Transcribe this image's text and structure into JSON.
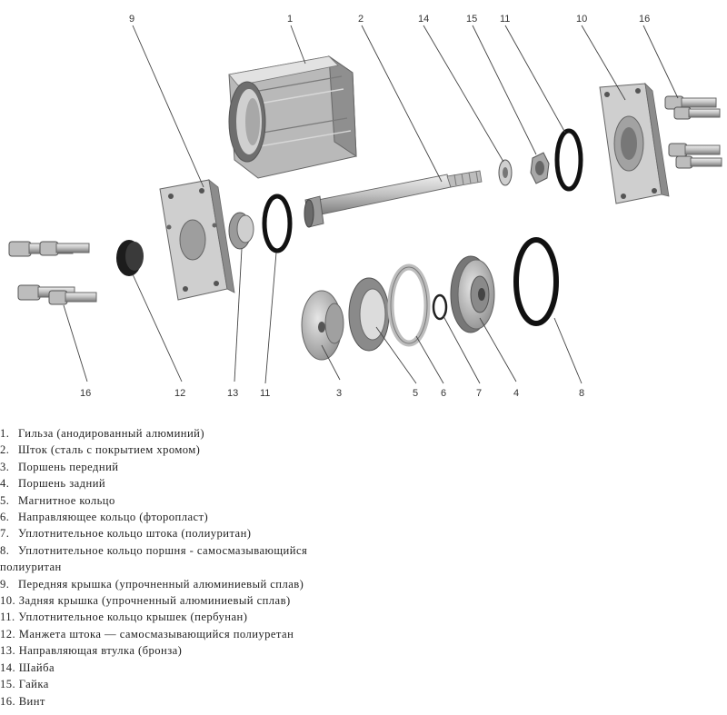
{
  "callouts": {
    "c1": "1",
    "c2": "2",
    "c3": "3",
    "c4": "4",
    "c5": "5",
    "c6": "6",
    "c7": "7",
    "c8": "8",
    "c9": "9",
    "c10": "10",
    "c11a": "11",
    "c11b": "11",
    "c12": "12",
    "c13": "13",
    "c14": "14",
    "c15": "15",
    "c16a": "16",
    "c16b": "16"
  },
  "legend": [
    {
      "num": "1.",
      "text": "Гильза (анодированный алюминий)"
    },
    {
      "num": "2.",
      "text": "Шток (сталь с покрытием хромом)"
    },
    {
      "num": "3.",
      "text": "Поршень передний"
    },
    {
      "num": "4.",
      "text": "Поршень задний"
    },
    {
      "num": "5.",
      "text": "Магнитное кольцо"
    },
    {
      "num": "6.",
      "text": "Направляющее кольцо (фторопласт)"
    },
    {
      "num": "7.",
      "text": "Уплотнительное кольцо штока (полиуритан)"
    },
    {
      "num": "8.",
      "text": "Уплотнительное кольцо поршня - самосмазывающийся",
      "text2": "полиуритан"
    },
    {
      "num": "9.",
      "text": "Передняя крышка (упрочненный алюминиевый сплав)"
    },
    {
      "num": "10.",
      "text": "Задняя крышка (упрочненный алюминиевый сплав)"
    },
    {
      "num": "11.",
      "text": "Уплотнительное кольцо крышек (пербунан)"
    },
    {
      "num": "12.",
      "text": "Манжета штока — самосмазывающийся полиуретан"
    },
    {
      "num": "13.",
      "text": "Направляющая втулка (бронза)"
    },
    {
      "num": "14.",
      "text": "Шайба"
    },
    {
      "num": "15.",
      "text": "Гайка"
    },
    {
      "num": "16.",
      "text": "Винт"
    }
  ],
  "colors": {
    "metal_light": "#d8d8d8",
    "metal_mid": "#a9a9a9",
    "metal_dark": "#6f6f6f",
    "rubber": "#1a1a1a",
    "leader": "#444444"
  }
}
